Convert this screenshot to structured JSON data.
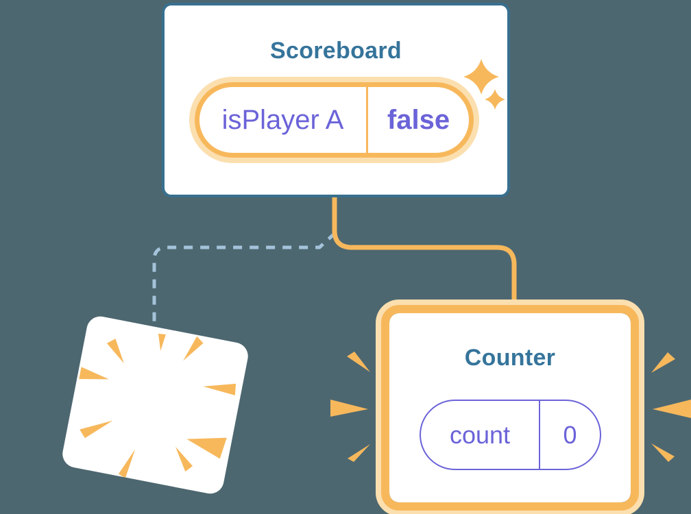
{
  "palette": {
    "background": "#4D6770",
    "card_border_blue": "#38708F",
    "title_teal": "#35749B",
    "orange": "#F7B85C",
    "orange_light": "#FBDFAF",
    "purple": "#6B63D8",
    "dashed_blue": "#A4C3DA",
    "card_bg": "#FFFFFF"
  },
  "scoreboard": {
    "title": "Scoreboard",
    "state": {
      "key": "isPlayer A",
      "value": "false"
    }
  },
  "counter": {
    "title": "Counter",
    "state": {
      "key": "count",
      "value": "0"
    }
  },
  "icons": {
    "sparkles": "sparkles-icon",
    "poof": "poof-burst-icon",
    "emphasis_left": "emphasis-rays-left-icon",
    "emphasis_right": "emphasis-rays-right-icon"
  },
  "connectors": {
    "solid_branch": "scoreboard-to-counter",
    "dashed_branch": "scoreboard-to-removed-component"
  }
}
